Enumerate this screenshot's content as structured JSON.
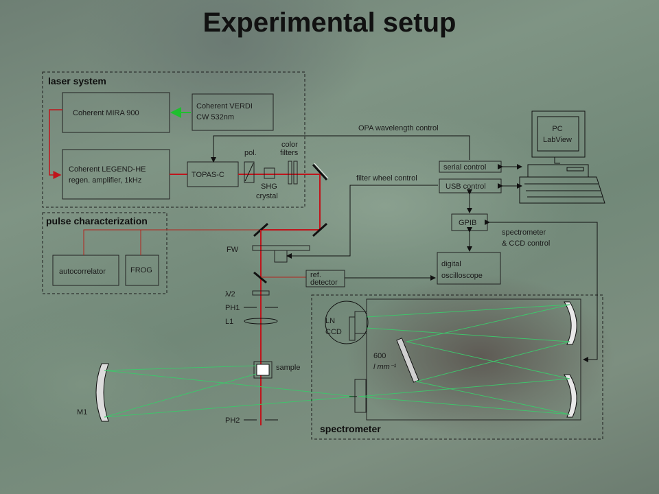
{
  "title": "Experimental setup",
  "sections": {
    "laser": "laser system",
    "pulse": "pulse characterization",
    "spectrometer": "spectrometer"
  },
  "laser": {
    "mira": "Coherent MIRA 900",
    "verdi_line1": "Coherent VERDI",
    "verdi_line2": "CW 532nm",
    "legend_line1": "Coherent LEGEND-HE",
    "legend_line2": "regen. amplifier, 1kHz",
    "topas": "TOPAS-C",
    "pol": "pol.",
    "shg_line1": "SHG",
    "shg_line2": "crystal",
    "filters_line1": "color",
    "filters_line2": "filters"
  },
  "pulse": {
    "autocorrelator": "autocorrelator",
    "frog": "FROG"
  },
  "beam": {
    "fw": "FW",
    "lambda2": "λ/2",
    "ph1": "PH1",
    "l1": "L1",
    "sample": "sample",
    "m1": "M1",
    "ph2": "PH2",
    "ref_line1": "ref.",
    "ref_line2": "detector"
  },
  "control": {
    "opa": "OPA wavelength control",
    "filter_wheel": "filter wheel control",
    "serial": "serial control",
    "usb": "USB control",
    "gpib": "GPIB",
    "pc_line1": "PC",
    "pc_line2": "LabView",
    "spec_ccd_line1": "spectrometer",
    "spec_ccd_line2": "& CCD control",
    "osc_line1": "digital",
    "osc_line2": "oscilloscope"
  },
  "spectro": {
    "ln": "LN",
    "ccd": "CCD",
    "grating_line1": "600",
    "grating_line2": "l mm⁻¹"
  },
  "colors": {
    "laser_beam": "#c0141b",
    "pump_arrow": "#3fc46b",
    "spectrometer_rays": "#3fc46b"
  }
}
